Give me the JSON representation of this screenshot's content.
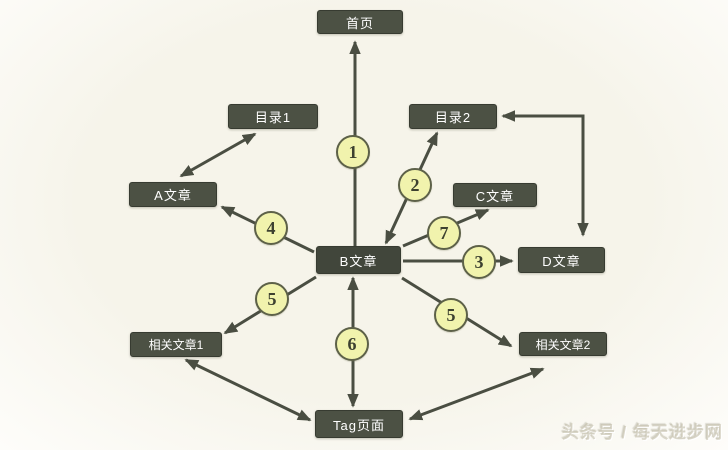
{
  "diagram": {
    "nodes": {
      "home": {
        "label": "首页"
      },
      "dir1": {
        "label": "目录1"
      },
      "dir2": {
        "label": "目录2"
      },
      "articleA": {
        "label": "A文章"
      },
      "articleB": {
        "label": "B文章"
      },
      "articleC": {
        "label": "C文章"
      },
      "articleD": {
        "label": "D文章"
      },
      "related1": {
        "label": "相关文章1"
      },
      "related2": {
        "label": "相关文章2"
      },
      "tag": {
        "label": "Tag页面"
      }
    },
    "edge_labels": {
      "b_to_home": "1",
      "b_to_dir2": "2",
      "b_to_articleD": "3",
      "b_to_articleA": "4",
      "b_to_related1": "5",
      "b_to_related2": "5",
      "b_to_tag": "6",
      "b_to_articleC": "7"
    },
    "colors": {
      "background": "#f6f4ea",
      "node_bg": "#4c5144",
      "node_text": "#ffffff",
      "badge_bg": "#f1f3ad",
      "badge_border": "#5d6148",
      "arrow": "#4a4e42"
    },
    "watermark": {
      "text": "头条号 / 每天进步网"
    }
  }
}
